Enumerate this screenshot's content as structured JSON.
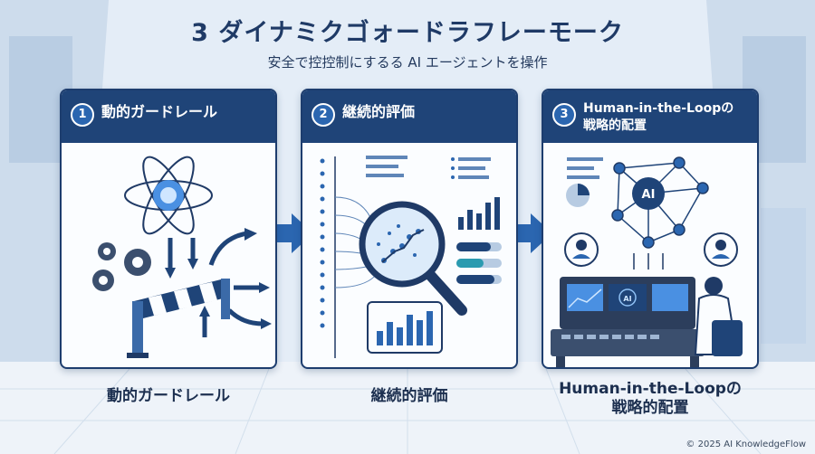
{
  "header": {
    "title": "3 ダイナミクゴォードラフレーモーク",
    "subtitle": "安全で控控制にするる AI エージェントを操作"
  },
  "panels": [
    {
      "number": "1",
      "title": "動的ガードレール",
      "caption": "動的ガードレール"
    },
    {
      "number": "2",
      "title": "継続的評価",
      "caption": "継続的評価"
    },
    {
      "number": "3",
      "title_line1": "Human-in-the-Loopの",
      "title_line2": "戦略的配置",
      "caption_line1": "Human-in-the-Loopの",
      "caption_line2": "戦略的配置",
      "ai_label": "AI",
      "screen_ai_label": "AI"
    }
  ],
  "footer": {
    "copyright": "© 2025 AI KnowledgeFlow"
  },
  "colors": {
    "navy": "#1f4478",
    "accent": "#2b66b0",
    "light": "#dfe9f4"
  }
}
